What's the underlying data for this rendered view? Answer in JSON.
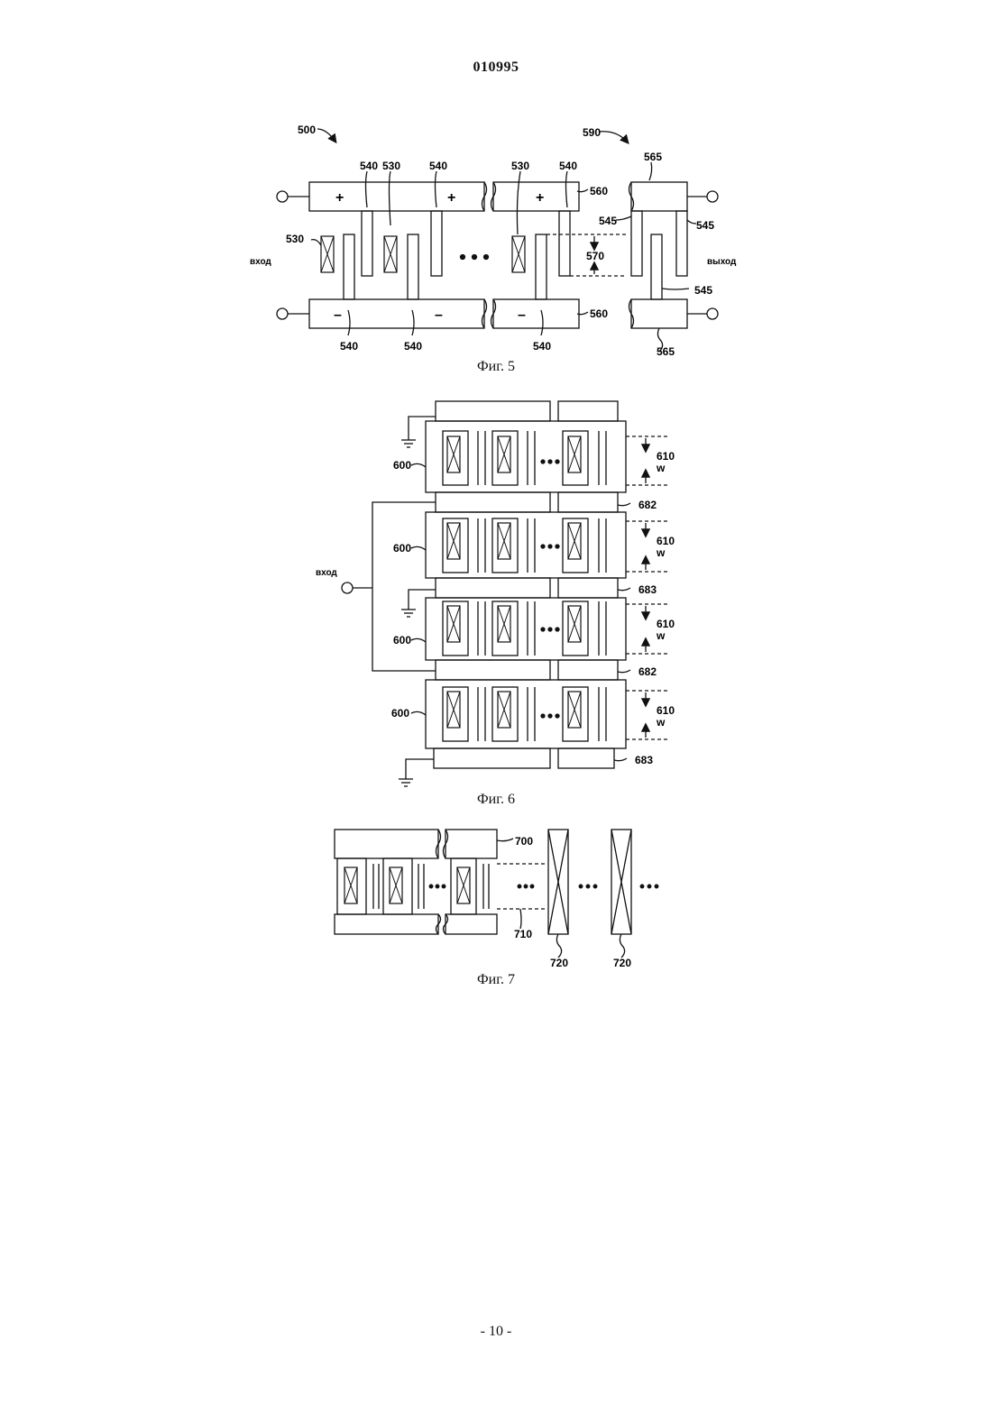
{
  "header": {
    "doc_number": "010995"
  },
  "footer": {
    "page": "- 10 -"
  },
  "fig5": {
    "caption": "Фиг. 5",
    "ref_500": "500",
    "ref_590": "590",
    "ref_540": "540",
    "ref_530": "530",
    "ref_560": "560",
    "ref_565": "565",
    "ref_545": "545",
    "ref_570": "570",
    "input_label": "вход",
    "output_label": "выход",
    "plus": "+",
    "minus": "–",
    "ellipsis": "•••"
  },
  "fig6": {
    "caption": "Фиг. 6",
    "ref_600": "600",
    "ref_610": "610",
    "w": "w",
    "ref_682": "682",
    "ref_683": "683",
    "input_label": "вход",
    "ellipsis": "•••"
  },
  "fig7": {
    "caption": "Фиг. 7",
    "ref_700": "700",
    "ref_710": "710",
    "ref_720": "720",
    "ellipsis": "•••"
  }
}
